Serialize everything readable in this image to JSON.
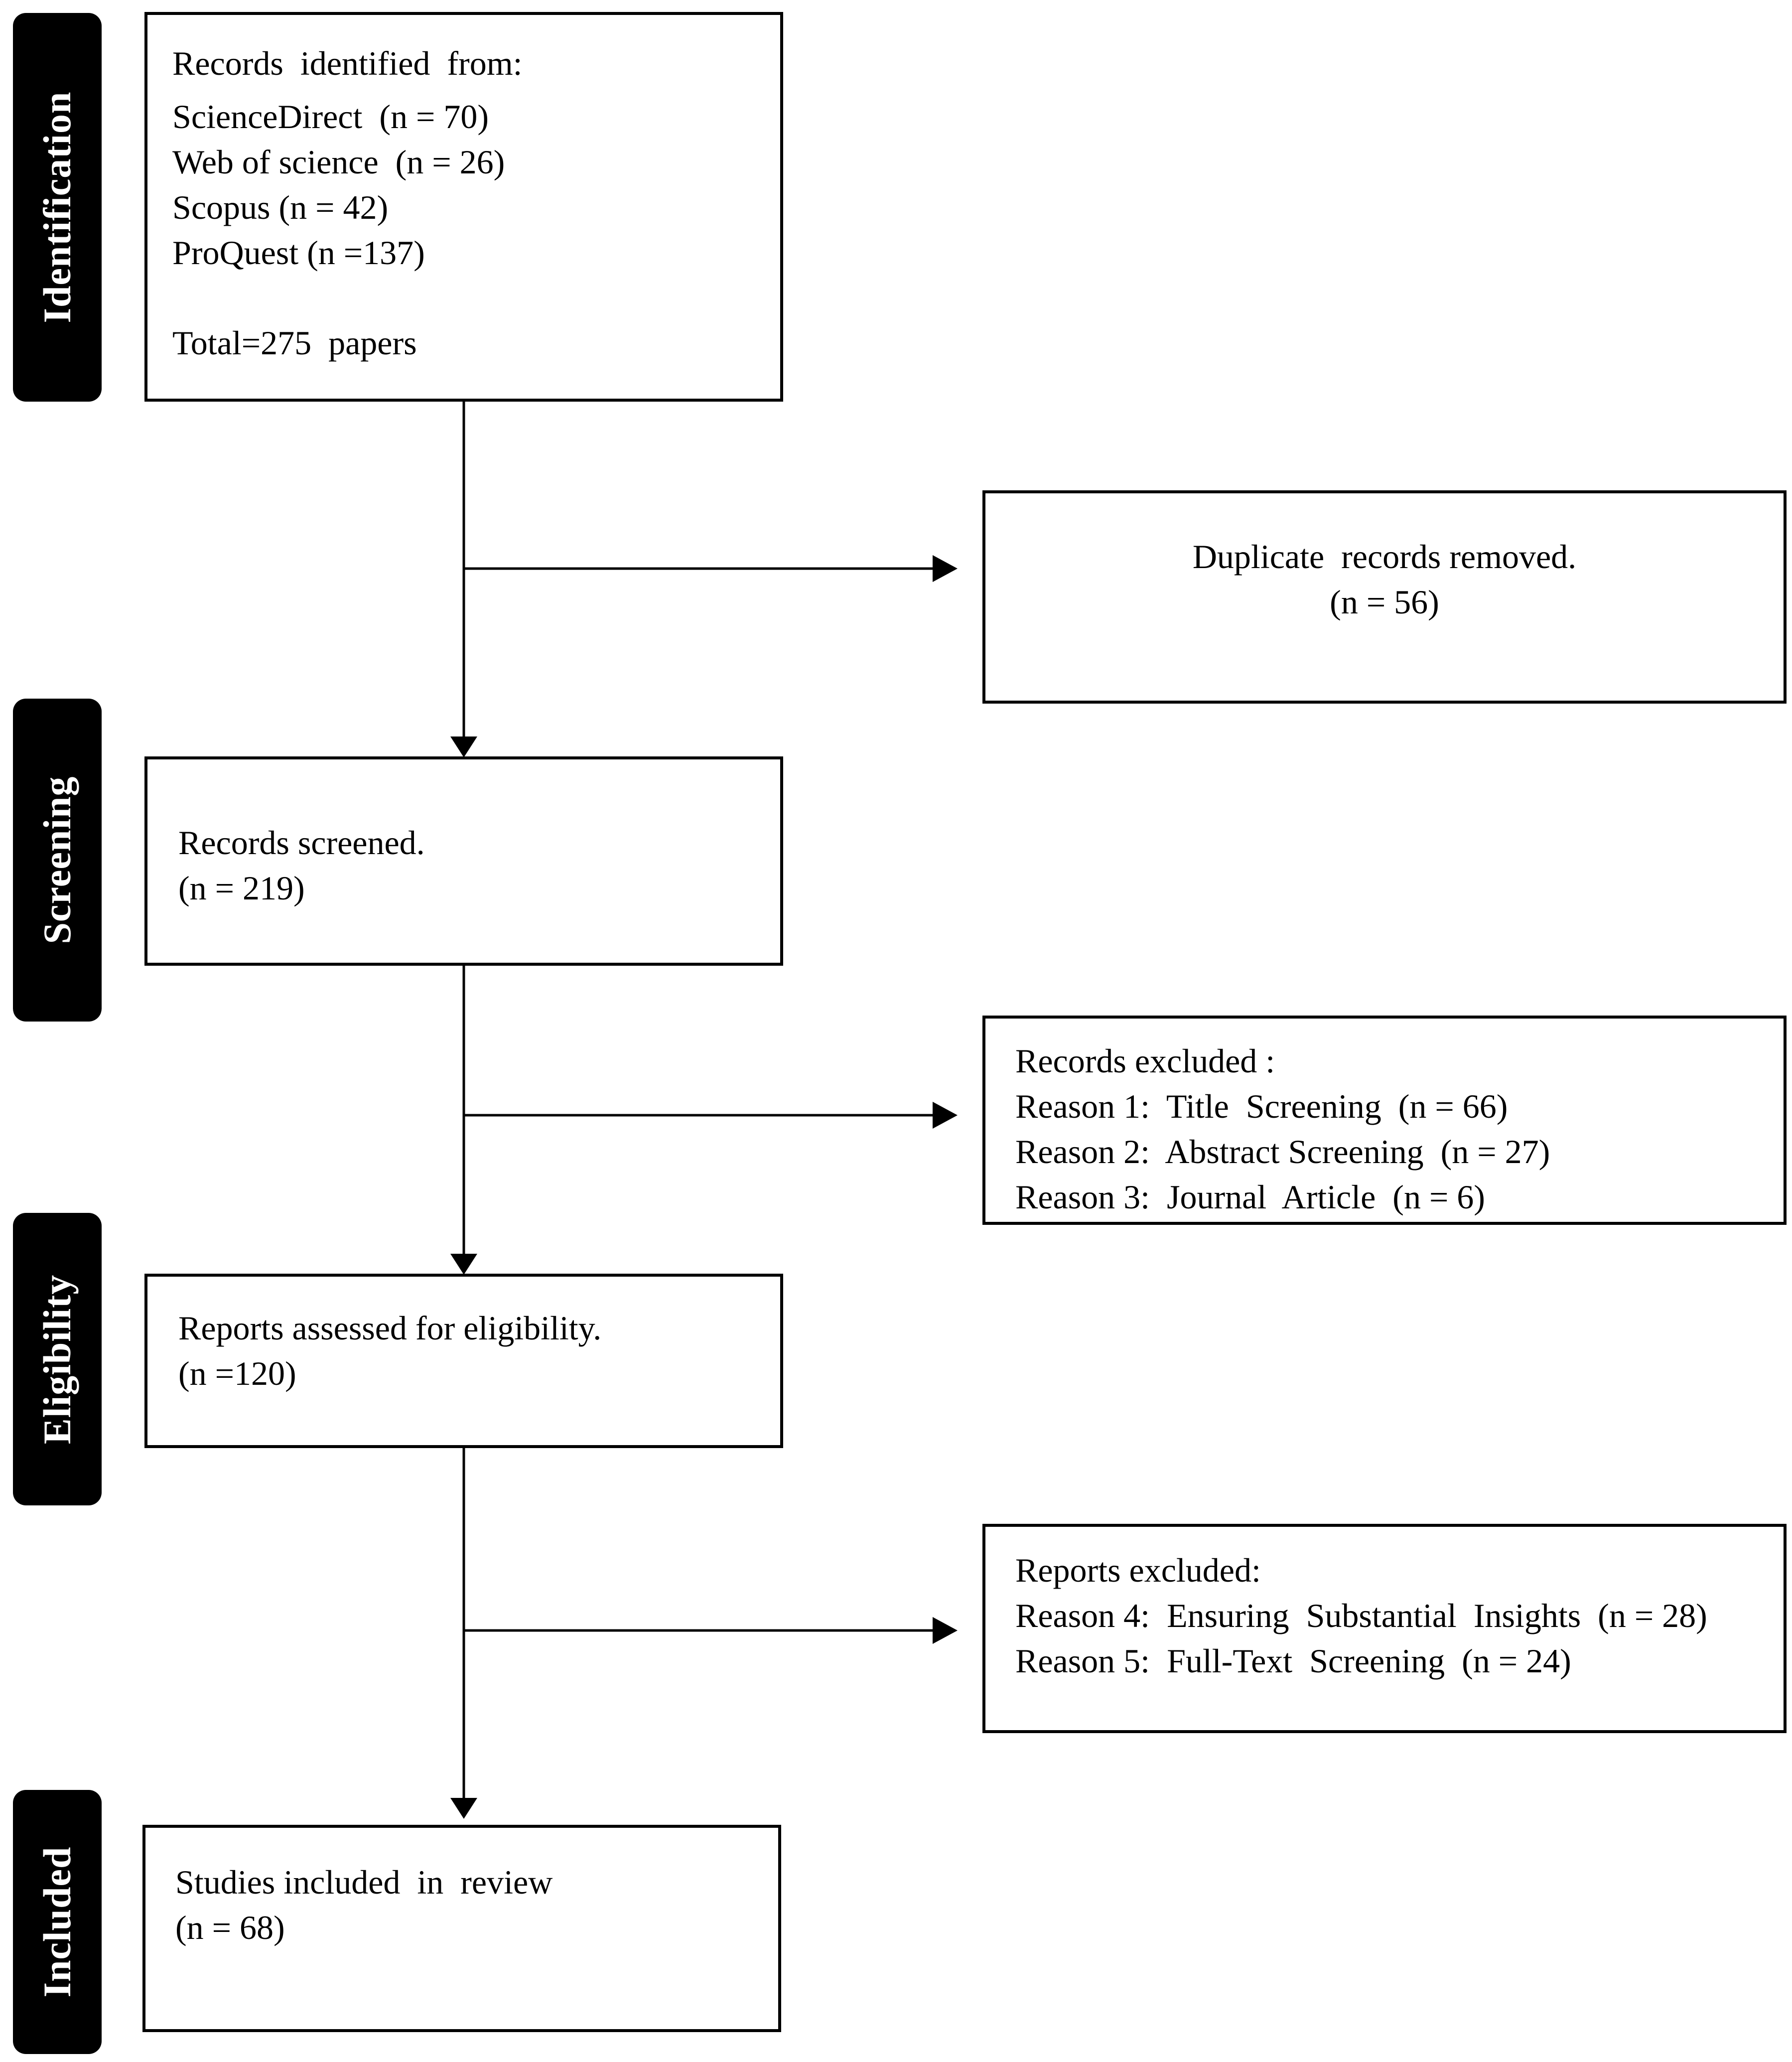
{
  "phases": {
    "identification": "Identification",
    "screening": "Screening",
    "eligibility": "Eligibility",
    "included": "Included"
  },
  "boxes": {
    "identified": {
      "lines": [
        "Records  identified  from:",
        "ScienceDirect  (n = 70)",
        "Web of science  (n = 26)",
        "Scopus (n = 42)",
        "ProQuest (n =137)",
        "Total=275  papers"
      ]
    },
    "duplicates": {
      "lines": [
        "Duplicate  records removed.",
        "(n = 56)"
      ]
    },
    "screened": {
      "lines": [
        "Records screened.",
        "(n = 219)"
      ]
    },
    "records_excluded": {
      "lines": [
        "Records excluded :",
        "Reason 1:  Title  Screening  (n = 66)",
        "Reason 2:  Abstract Screening  (n = 27)",
        "Reason 3:  Journal  Article  (n = 6)"
      ]
    },
    "eligibility": {
      "lines": [
        "Reports assessed for eligibility.",
        "(n =120)"
      ]
    },
    "reports_excluded": {
      "lines": [
        "Reports excluded:",
        "Reason 4:  Ensuring  Substantial  Insights  (n = 28)",
        "Reason 5:  Full-Text  Screening  (n = 24)"
      ]
    },
    "included": {
      "lines": [
        "Studies included  in  review",
        "(n = 68)"
      ]
    }
  }
}
